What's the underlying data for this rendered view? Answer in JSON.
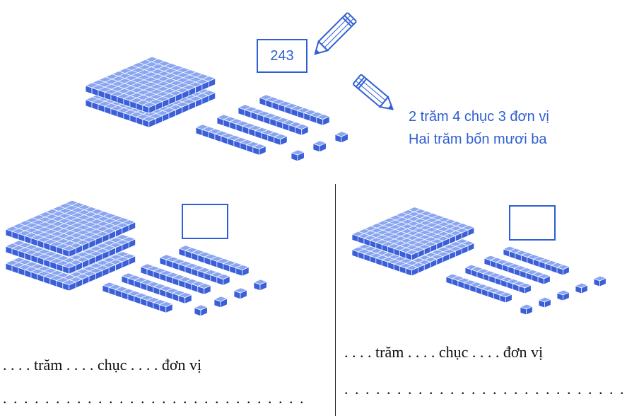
{
  "example": {
    "number": "243",
    "expanded": "2 trăm 4 chục 3 đơn vị",
    "words": "Hai trăm bốn mươi ba",
    "hundreds": 2,
    "tens": 4,
    "ones": 3
  },
  "exercise_left": {
    "hundreds": 3,
    "tens": 5,
    "ones": 4,
    "line1": ". . . . trăm . . . . chục . . . . đơn vị",
    "line2": ". . . . . . . . . . . . . . . . . . . . . . . . . . . . ."
  },
  "exercise_right": {
    "hundreds": 2,
    "tens": 4,
    "ones": 5,
    "line1": ". . . . trăm . . . . chục . . . . đơn vị",
    "line2": ". . . . . . . . . . . . . . . . . . . . . . . . . . . . . ."
  },
  "colors": {
    "block_top": "#8aa6f0",
    "block_side": "#3a5fd8",
    "block_edge": "#ffffff",
    "text": "#2f5fd4"
  },
  "icons": [
    "pencil-icon",
    "pencil-icon"
  ]
}
